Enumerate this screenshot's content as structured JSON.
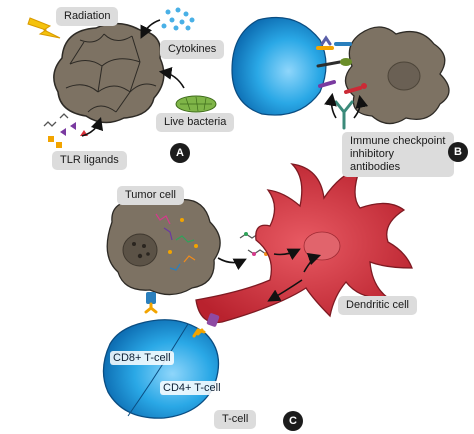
{
  "panel_a": {
    "radiation": "Radiation",
    "cytokines": "Cytokines",
    "live_bacteria": "Live bacteria",
    "tlr_ligands": "TLR ligands",
    "badge": "A"
  },
  "panel_b": {
    "antibodies_label": "Immune checkpoint inhibitory antibodies",
    "badge": "B"
  },
  "panel_c": {
    "tumor_cell": "Tumor cell",
    "dendritic_cell": "Dendritic cell",
    "cd8": "CD8+ T-cell",
    "cd4": "CD4+ T-cell",
    "t_cell": "T-cell",
    "badge": "C"
  },
  "colors": {
    "tumor": "#7d7263",
    "tcell_blue": "#1e9ee0",
    "dendritic_red": "#d43a45",
    "label_bg": "#dcdcdc",
    "badge_bg": "#1c1c1c"
  }
}
